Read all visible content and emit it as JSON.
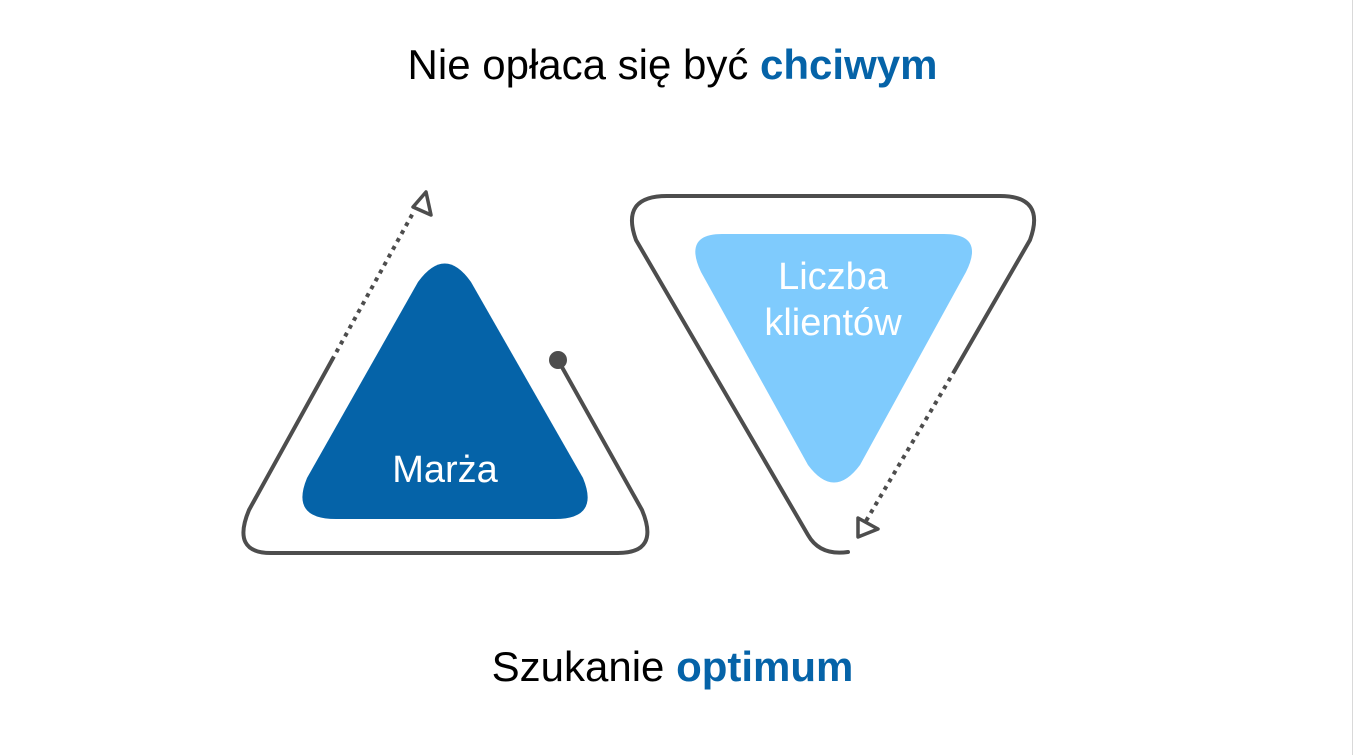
{
  "title": {
    "prefix": "Nie opłaca się być ",
    "highlight": "chciwym"
  },
  "subtitle": {
    "prefix": "Szukanie ",
    "highlight": "optimum"
  },
  "shapes": {
    "margin": {
      "label": "Marża"
    },
    "customers": {
      "label_line1": "Liczba",
      "label_line2": "klientów"
    }
  },
  "colors": {
    "accent": "#0563a8",
    "margin_fill": "#0563a8",
    "customers_fill": "#7fcbfd",
    "outline": "#4d4d4d"
  }
}
